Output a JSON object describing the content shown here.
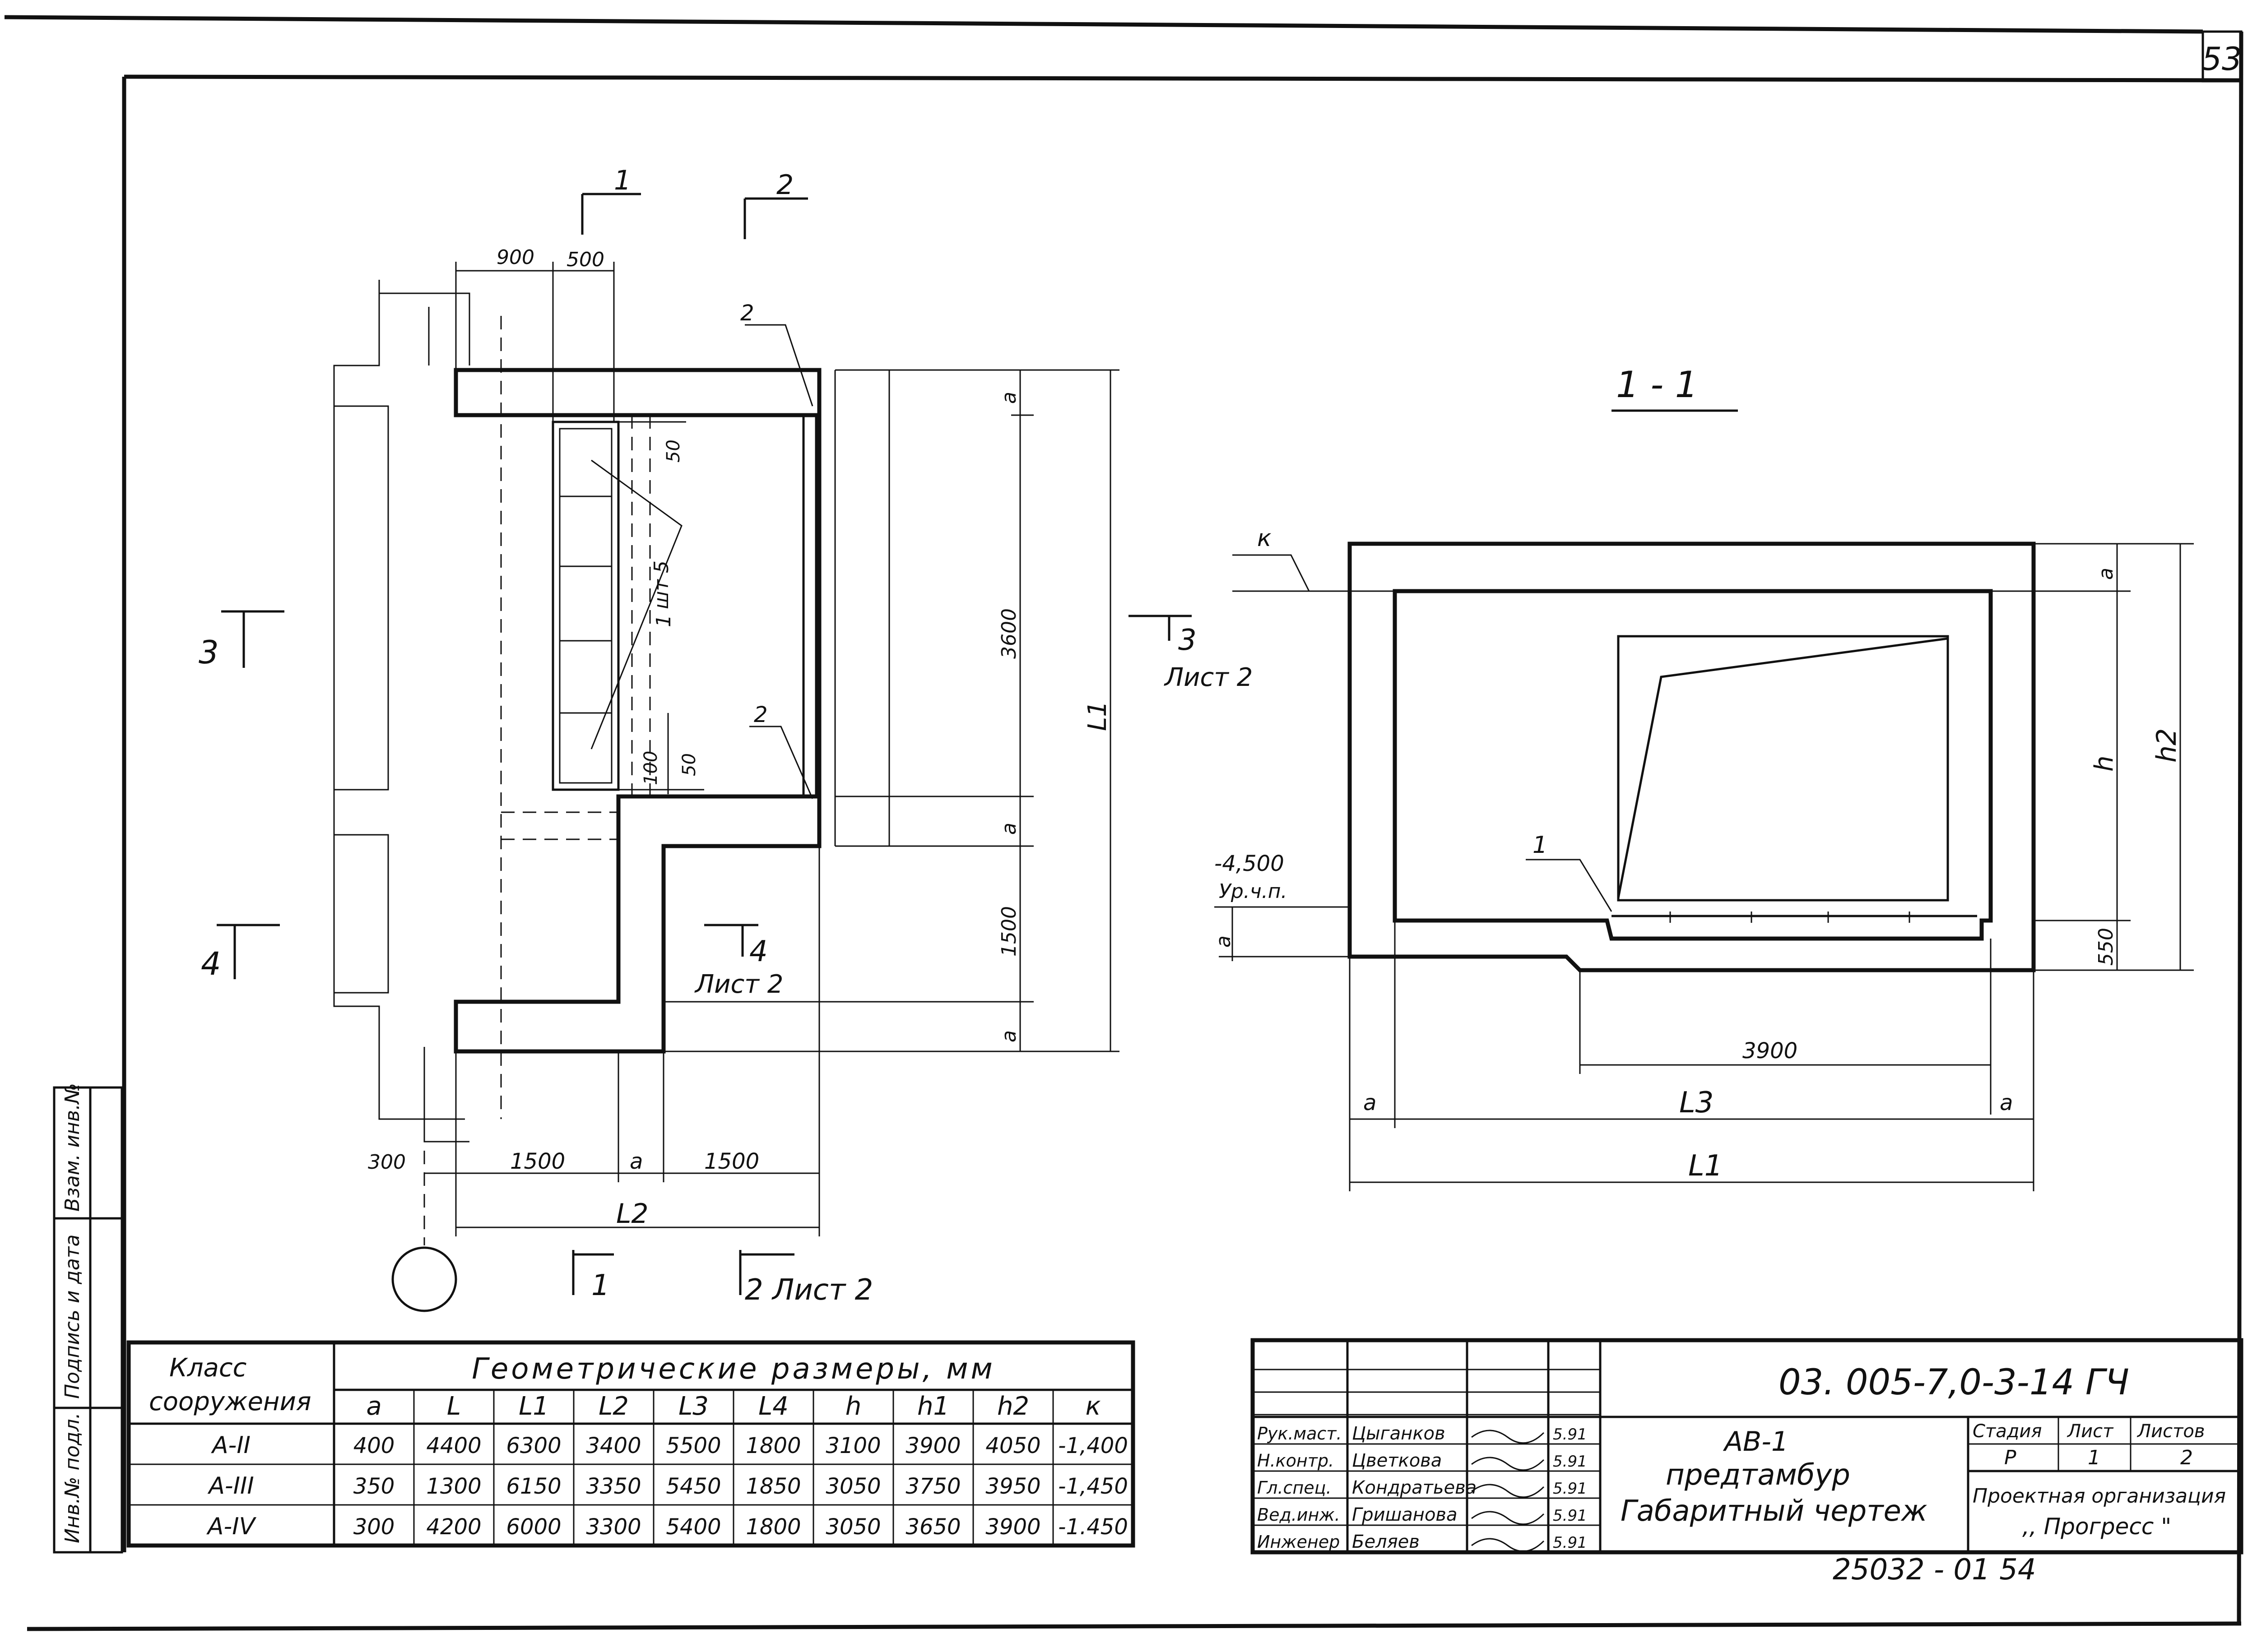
{
  "sheet_number": "53",
  "plan": {
    "dims_top": [
      "900",
      "500"
    ],
    "dims_right": [
      "a",
      "3600",
      "a",
      "1500",
      "a"
    ],
    "dim_L1": "L1",
    "dims_bottom": [
      "300",
      "1500",
      "a",
      "1500"
    ],
    "dim_L2": "L2",
    "label_50_top": "50",
    "label_50_bottom": "50",
    "label_100": "100",
    "label_sht5": "шт 5",
    "callout_1": "1",
    "callout_2a": "2",
    "callout_2b": "2",
    "cut_1_top": "1",
    "cut_2_top": "2",
    "cut_1_bottom": "1",
    "cut_2_bottom": "2 Лист 2",
    "cut_3_left": "3",
    "cut_3_right": "3",
    "cut_3_right_sheet": "Лист 2",
    "cut_4_left": "4",
    "cut_4_mid": "4",
    "cut_4_mid_sheet": "Лист 2"
  },
  "section": {
    "title": "1 - 1",
    "k": "к",
    "level_value": "-4,500",
    "level_label": "Ур.ч.п.",
    "callout_1": "1",
    "dim_a_top": "a",
    "dim_h": "h",
    "dim_h2": "h2",
    "dim_550": "550",
    "dim_a_left": "a",
    "dim_3900": "3900",
    "dim_a_bl": "a",
    "dim_a_br": "a",
    "dim_L3": "L3",
    "dim_L1": "L1"
  },
  "side_stamp": [
    "Инв.№ подл.",
    "Подпись и дата",
    "Взам. инв.№"
  ],
  "table": {
    "col1_header": "Класс сооружения",
    "group_header": "Геометрические размеры, мм",
    "columns": [
      "a",
      "L",
      "L1",
      "L2",
      "L3",
      "L4",
      "h",
      "h1",
      "h2",
      "к"
    ],
    "rows": [
      {
        "class": "А-II",
        "values": [
          "400",
          "4400",
          "6300",
          "3400",
          "5500",
          "1800",
          "3100",
          "3900",
          "4050",
          "-1,400"
        ]
      },
      {
        "class": "А-III",
        "values": [
          "350",
          "1300",
          "6150",
          "3350",
          "5450",
          "1850",
          "3050",
          "3750",
          "3950",
          "-1,450"
        ]
      },
      {
        "class": "А-IV",
        "values": [
          "300",
          "4200",
          "6000",
          "3300",
          "5400",
          "1800",
          "3050",
          "3650",
          "3900",
          "-1.450"
        ]
      }
    ]
  },
  "title_block": {
    "doc_code": "03. 005-7,0-3-14 ГЧ",
    "signers": [
      {
        "role": "Рук.маст.",
        "name": "Цыганков",
        "date": "5.91"
      },
      {
        "role": "Н.контр.",
        "name": "Цветкова",
        "date": "5.91"
      },
      {
        "role": "Гл.спец.",
        "name": "Кондратьева",
        "date": "5.91"
      },
      {
        "role": "Вед.инж.",
        "name": "Гришанова",
        "date": "5.91"
      },
      {
        "role": "Инженер",
        "name": "Беляев",
        "date": "5.91"
      }
    ],
    "title_lines": [
      "АВ-1",
      "предтамбур",
      "Габаритный чертеж"
    ],
    "stage_label": "Стадия",
    "sheet_label": "Лист",
    "sheets_label": "Листов",
    "stage": "Р",
    "sheet": "1",
    "sheets": "2",
    "org_label": "Проектная организация",
    "org_name": ",, Прогресс \""
  },
  "bottom_note": "25032 - 01    54"
}
